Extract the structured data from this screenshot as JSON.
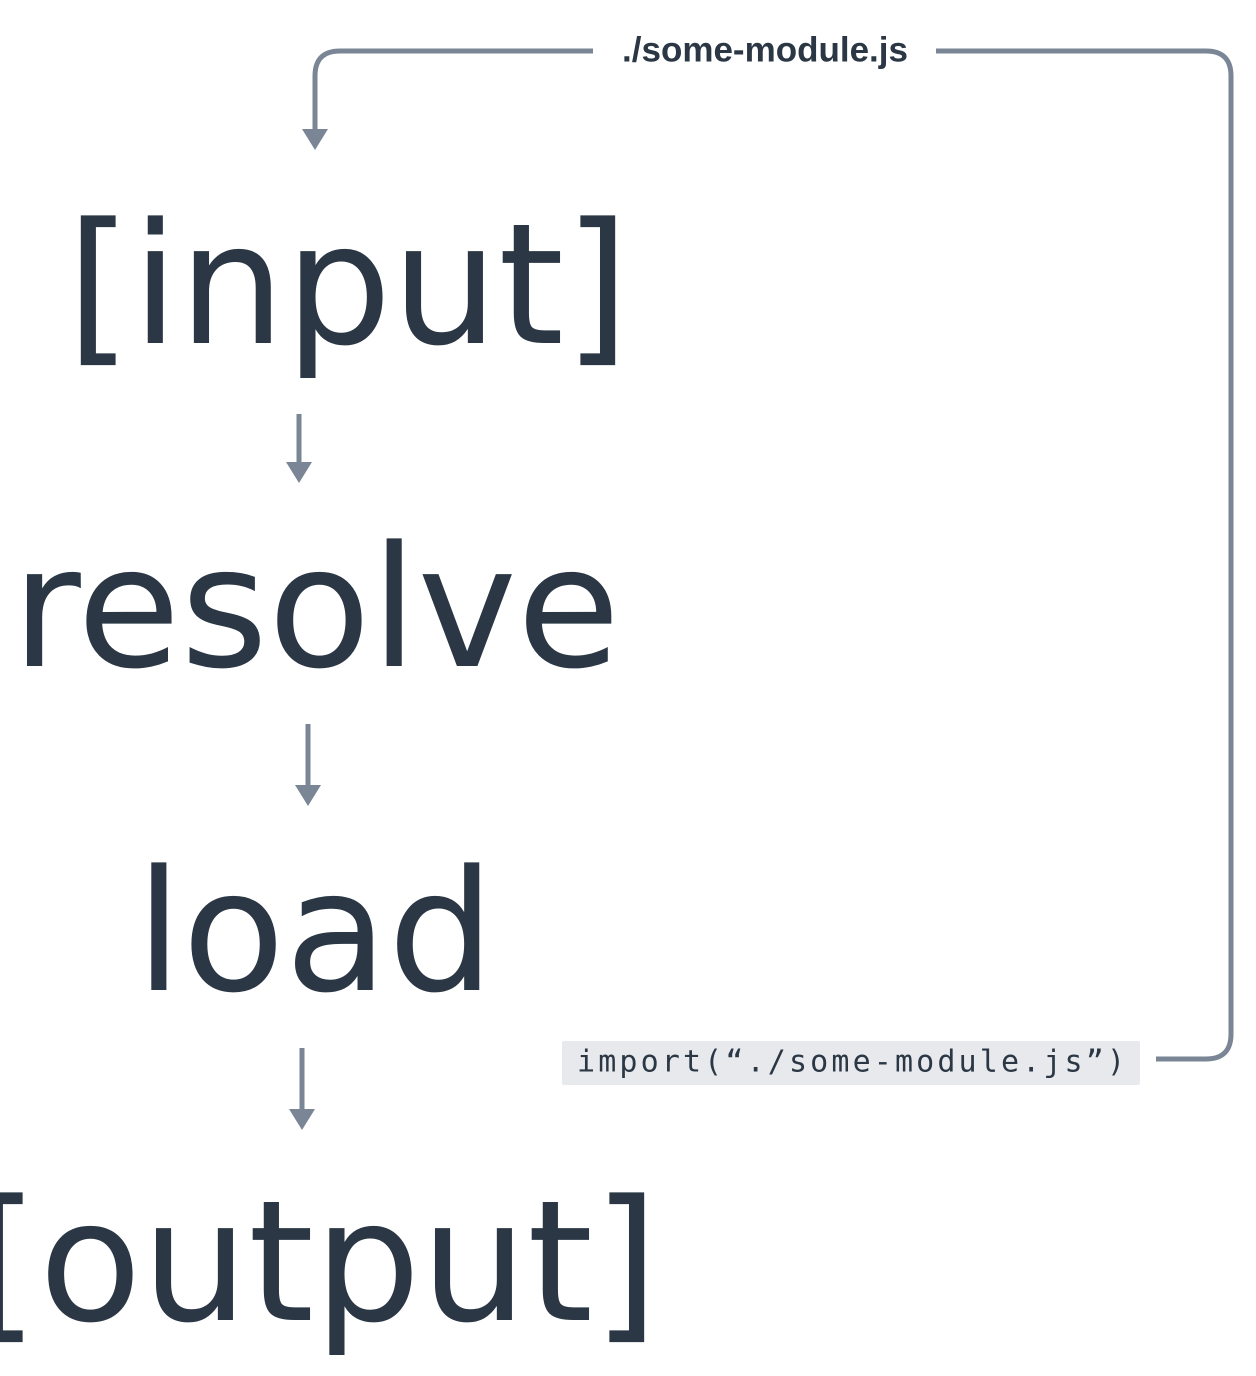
{
  "nodes": {
    "input": "[input]",
    "resolve": "resolve",
    "load": "load",
    "output": "[output]"
  },
  "loop": {
    "label": "./some-module.js",
    "code": "import(“./some-module.js”)"
  },
  "colors": {
    "text": "#2b3744",
    "connector": "#7a8696",
    "code_background": "#e7e9ec"
  }
}
